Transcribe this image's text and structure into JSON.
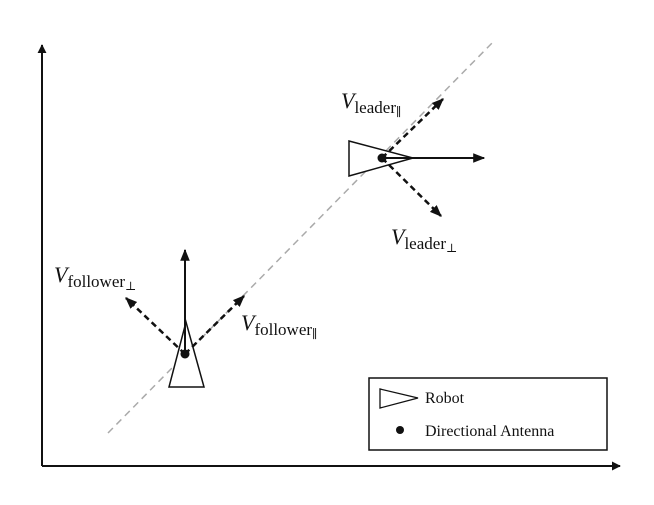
{
  "labels": {
    "leader_parallel": {
      "v": "V",
      "sub": "leader",
      "sym": "∥"
    },
    "leader_perp": {
      "v": "V",
      "sub": "leader",
      "sym": "⊥"
    },
    "follower_perp": {
      "v": "V",
      "sub": "follower",
      "sym": "⊥"
    },
    "follower_parallel": {
      "v": "V",
      "sub": "follower",
      "sym": "∥"
    }
  },
  "legend": {
    "robot_label": "Robot",
    "antenna_label": "Directional Antenna"
  },
  "colors": {
    "ink": "#111111",
    "trajectory": "#aaaaaa"
  }
}
